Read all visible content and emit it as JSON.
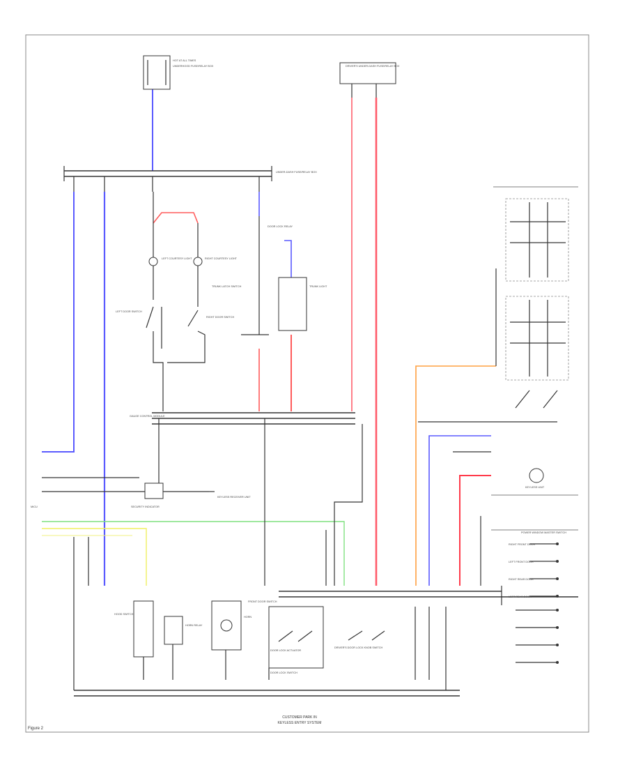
{
  "colors": {
    "wire_blue": "#5a5aff",
    "wire_red": "#ff5a5a",
    "wire_pink": "#ff7f8a",
    "wire_orange": "#ffa040",
    "wire_green": "#7fe07f",
    "wire_yellow": "#f0f060",
    "wire_black": "#333333",
    "frame": "#888888"
  },
  "labels": {
    "battery_fuse": "HOT AT ALL TIMES",
    "battery_fuse_detail": "UNDERHOOD FUSE/RELAY BOX",
    "fuse_box_top": "DRIVER'S UNDER-DASH FUSE/RELAY BOX",
    "under_dash_fuse": "UNDER-DASH FUSE/RELAY BOX",
    "door_lock_relay": "DOOR LOCK RELAY",
    "left_courtesy": "LEFT COURTESY LIGHT",
    "right_courtesy": "RIGHT COURTESY LIGHT",
    "left_door_switch": "LEFT DOOR SWITCH",
    "right_door_switch": "RIGHT DOOR SWITCH",
    "trunk_switch": "TRUNK LATCH SWITCH",
    "trunk_light": "TRUNK LIGHT",
    "gauge_unit": "GAUGE CONTROL MODULE",
    "security_indicator": "SECURITY INDICATOR",
    "mics": "MICU",
    "keyless_receiver": "KEYLESS RECEIVER UNIT",
    "hood_switch": "HOOD SWITCH",
    "horn_relay": "HORN RELAY",
    "horn": "HORN",
    "front_door_switch": "FRONT DOOR SWITCH",
    "door_lock_actuator": "DOOR LOCK ACTUATOR",
    "driver_door_lock": "DRIVER'S DOOR LOCK KNOB SWITCH",
    "door_lock_switch": "DOOR LOCK SWITCH",
    "power_window_master": "POWER WINDOW MASTER SWITCH",
    "keyless_unit": "KEYLESS UNIT",
    "right_front_door": "RIGHT FRONT DOOR",
    "left_front_door": "LEFT FRONT DOOR",
    "right_rear_door": "RIGHT REAR DOOR",
    "left_rear_door": "LEFT REAR DOOR",
    "bottom_caption_1": "CUSTOMER PARK IN",
    "bottom_caption_2": "KEYLESS ENTRY SYSTEM",
    "footer": "Figure 2"
  }
}
